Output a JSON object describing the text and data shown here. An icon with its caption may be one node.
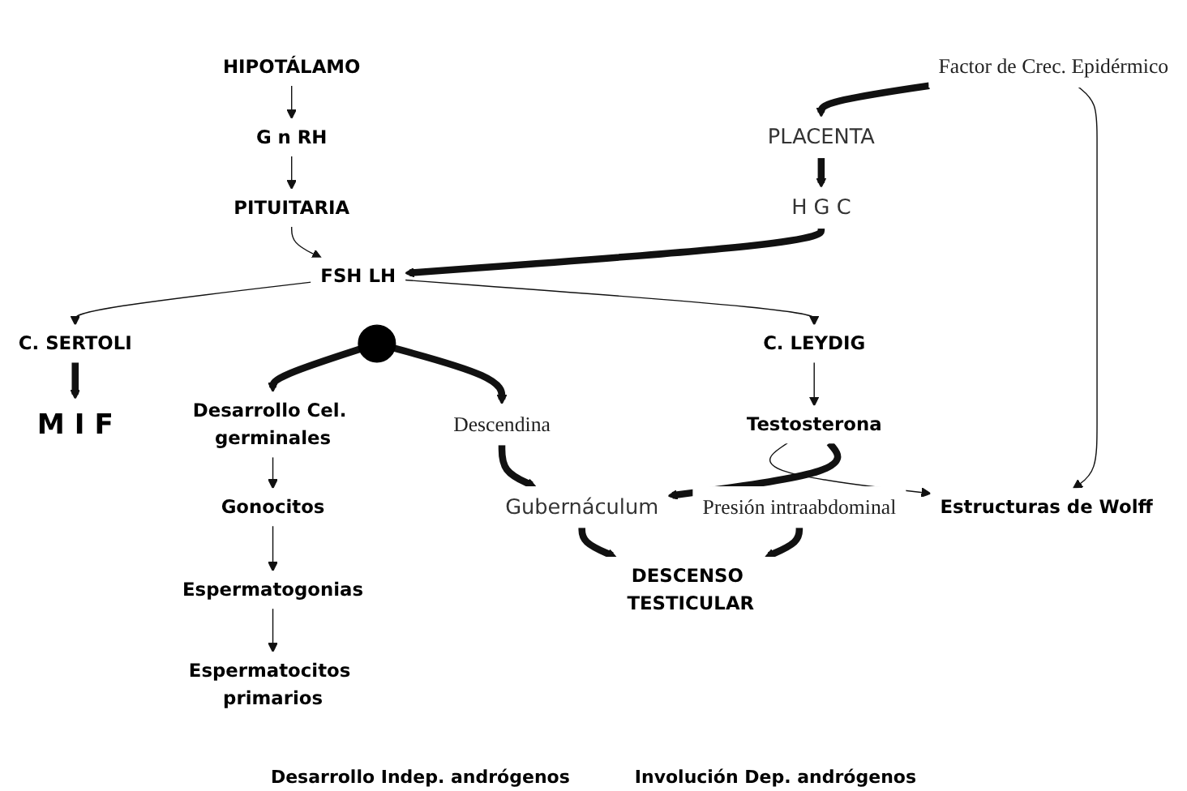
{
  "diagram": {
    "nodes": [
      {
        "text": [
          "HIPOTÁLAMO"
        ]
      },
      {
        "text": [
          "G n RH"
        ]
      },
      {
        "text": [
          "PITUITARIA"
        ]
      },
      {
        "text": [
          "FSH LH"
        ]
      },
      {
        "text": [
          "H G C"
        ]
      },
      {
        "text": [
          "PLACENTA"
        ]
      },
      {
        "text": [
          "M I F"
        ]
      },
      {
        "text": [
          "C. SERTOLI"
        ]
      },
      {
        "text": [],
        "shape": "circle"
      },
      {
        "text": [
          "C. LEYDIG"
        ]
      },
      {
        "text": [
          "Factor de Crec. Epidérmico"
        ]
      },
      {
        "text": [
          "Testosterona"
        ]
      },
      {
        "text": [
          "Estructuras de Wolff"
        ]
      },
      {
        "text": [
          "Desarrollo Cel. germinales"
        ]
      },
      {
        "text": [
          "Gonocitos"
        ]
      },
      {
        "text": [
          "Espermatogonias"
        ]
      },
      {
        "text": [
          "Espermatocitos primarios"
        ]
      },
      {
        "text": [
          "Descendina"
        ]
      },
      {
        "text": [
          "Presión intraabdominal"
        ]
      },
      {
        "text": [
          "Gubernáculum"
        ]
      },
      {
        "text": [
          "DESCENSO TESTICULAR"
        ]
      }
    ],
    "edges": [
      {
        "from": 0,
        "to": 1,
        "arrow": "to"
      },
      {
        "from": 1,
        "to": 2,
        "arrow": "to"
      },
      {
        "from": 2,
        "to": 3,
        "arrow": "to"
      },
      {
        "from": 3,
        "to": 7,
        "arrow": "to"
      },
      {
        "from": 3,
        "to": 9,
        "arrow": "to"
      },
      {
        "from": 4,
        "to": 3,
        "arrow": "to",
        "style": "thick"
      },
      {
        "from": 5,
        "to": 4,
        "arrow": "to",
        "style": "thick"
      },
      {
        "from": 10,
        "to": 5,
        "arrow": "to",
        "style": "thick"
      },
      {
        "from": 7,
        "to": 6,
        "arrow": "to",
        "style": "thick"
      },
      {
        "from": 8,
        "to": 13,
        "arrow": "to",
        "style": "thick"
      },
      {
        "from": 9,
        "to": 11,
        "arrow": "to"
      },
      {
        "from": 11,
        "to": 12,
        "arrow": "to"
      },
      {
        "from": 10,
        "to": 12,
        "arrow": "to"
      },
      {
        "from": 13,
        "to": 14,
        "arrow": "to"
      },
      {
        "from": 14,
        "to": 15,
        "arrow": "to"
      },
      {
        "from": 15,
        "to": 16,
        "arrow": "to"
      },
      {
        "from": 8,
        "to": 17,
        "arrow": "to",
        "style": "thick"
      },
      {
        "from": 17,
        "to": 19,
        "arrow": "to",
        "style": "thick"
      },
      {
        "from": 11,
        "to": 19,
        "arrow": "to",
        "style": "thick"
      },
      {
        "from": 18,
        "to": 20,
        "arrow": "to",
        "style": "thick"
      },
      {
        "from": 19,
        "to": 20,
        "arrow": "to",
        "style": "thick"
      }
    ],
    "labels": [
      "Desarrollo Indep. andrógenos",
      "Involución Dep. andrógenos"
    ]
  }
}
